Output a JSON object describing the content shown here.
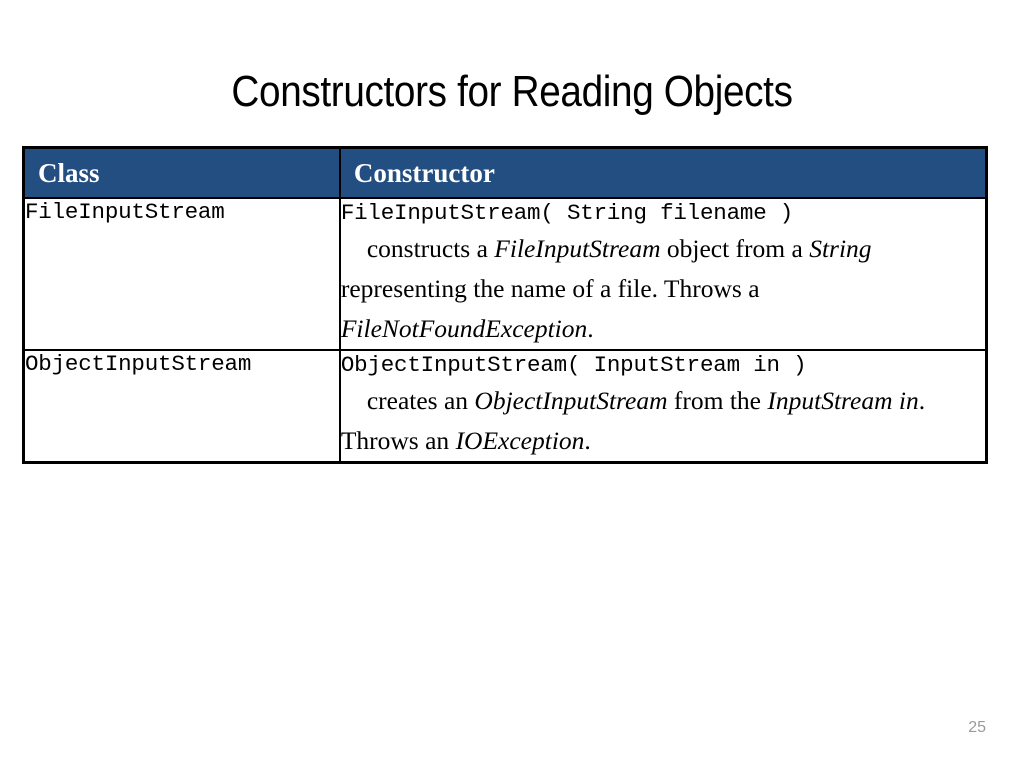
{
  "slide": {
    "title": "Constructors for Reading Objects",
    "page_number": "25",
    "accent_color": "#234E81",
    "border_color": "#000000",
    "header_text_color": "#FFFFFF",
    "page_number_color": "#9A9A9A"
  },
  "table": {
    "headers": {
      "class": "Class",
      "constructor": "Constructor"
    },
    "rows": [
      {
        "class_name": "FileInputStream",
        "signature": "FileInputStream( String filename )",
        "description_html": "constructs a <i>FileInputStream</i> object from a <i>String</i> representing the name of a file. Throws a&nbsp; <i>FileNotFoundException</i>.",
        "description_text": "constructs a FileInputStream object from a String representing the name of a file. Throws a  FileNotFoundException."
      },
      {
        "class_name": "ObjectInputStream",
        "signature": "ObjectInputStream( InputStream in )",
        "description_html": "creates an <i>ObjectInputStream</i> from the <i>InputStream in</i>. Throws an <i>IOException</i>.",
        "description_text": "creates an ObjectInputStream from the InputStream in. Throws an IOException."
      }
    ]
  }
}
